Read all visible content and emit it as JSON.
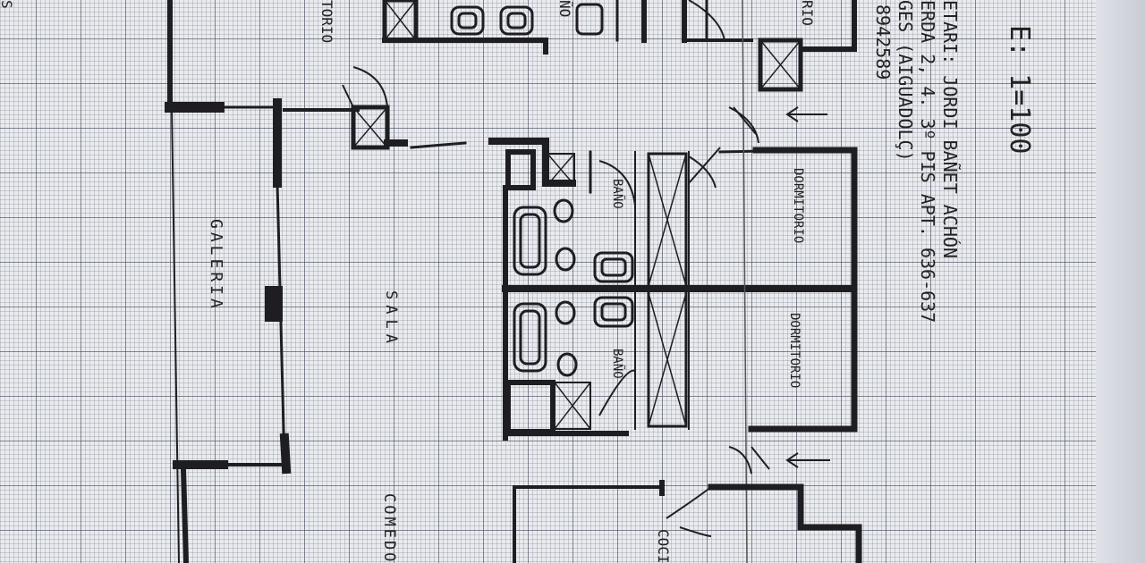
{
  "plan": {
    "scale": "E: 1=100",
    "owner": "ETARI: JORDI BAÑET ACHÓN",
    "address": "ERDA 2, 4. 3º PIS APT. 636-637",
    "town": "GES (AIGUADOLÇ)",
    "phone": "8942589",
    "rooms": {
      "dorm_top_left": "TORIO",
      "bano_top": "ÑO",
      "dorm_top_right": "RIO",
      "galeria": "GALERIA",
      "sala": "SALA",
      "bano_1": "BAÑO",
      "bano_2": "BAÑO",
      "dormitorio_1": "DORMITORIO",
      "dormitorio_2": "DORMITORIO",
      "comedor": "COMEDO",
      "cocina": "COCI",
      "corner": "S"
    }
  }
}
